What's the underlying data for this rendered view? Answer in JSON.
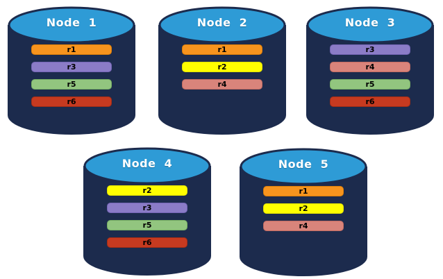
{
  "diagram": {
    "background_color": "#ffffff",
    "cylinder": {
      "body_color": "#1c2b4d",
      "top_color": "#2e9bd6",
      "title_color": "#ffffff"
    },
    "replica_palette": {
      "r1": {
        "fill": "#f7941e",
        "border": "#de7f08"
      },
      "r2": {
        "fill": "#ffff00",
        "border": "#e3e300"
      },
      "r3": {
        "fill": "#8b7cc7",
        "border": "#7465b5"
      },
      "r4": {
        "fill": "#d9847b",
        "border": "#c26b61"
      },
      "r5": {
        "fill": "#92c57f",
        "border": "#77af64"
      },
      "r6": {
        "fill": "#c63a20",
        "border": "#a52d15"
      }
    },
    "nodes": [
      {
        "name": "Node  1",
        "replicas": [
          "r1",
          "r3",
          "r5",
          "r6"
        ]
      },
      {
        "name": "Node  2",
        "replicas": [
          "r1",
          "r2",
          "r4"
        ]
      },
      {
        "name": "Node  3",
        "replicas": [
          "r3",
          "r4",
          "r5",
          "r6"
        ]
      },
      {
        "name": "Node  4",
        "replicas": [
          "r2",
          "r3",
          "r5",
          "r6"
        ]
      },
      {
        "name": "Node  5",
        "replicas": [
          "r1",
          "r2",
          "r4"
        ]
      }
    ]
  }
}
